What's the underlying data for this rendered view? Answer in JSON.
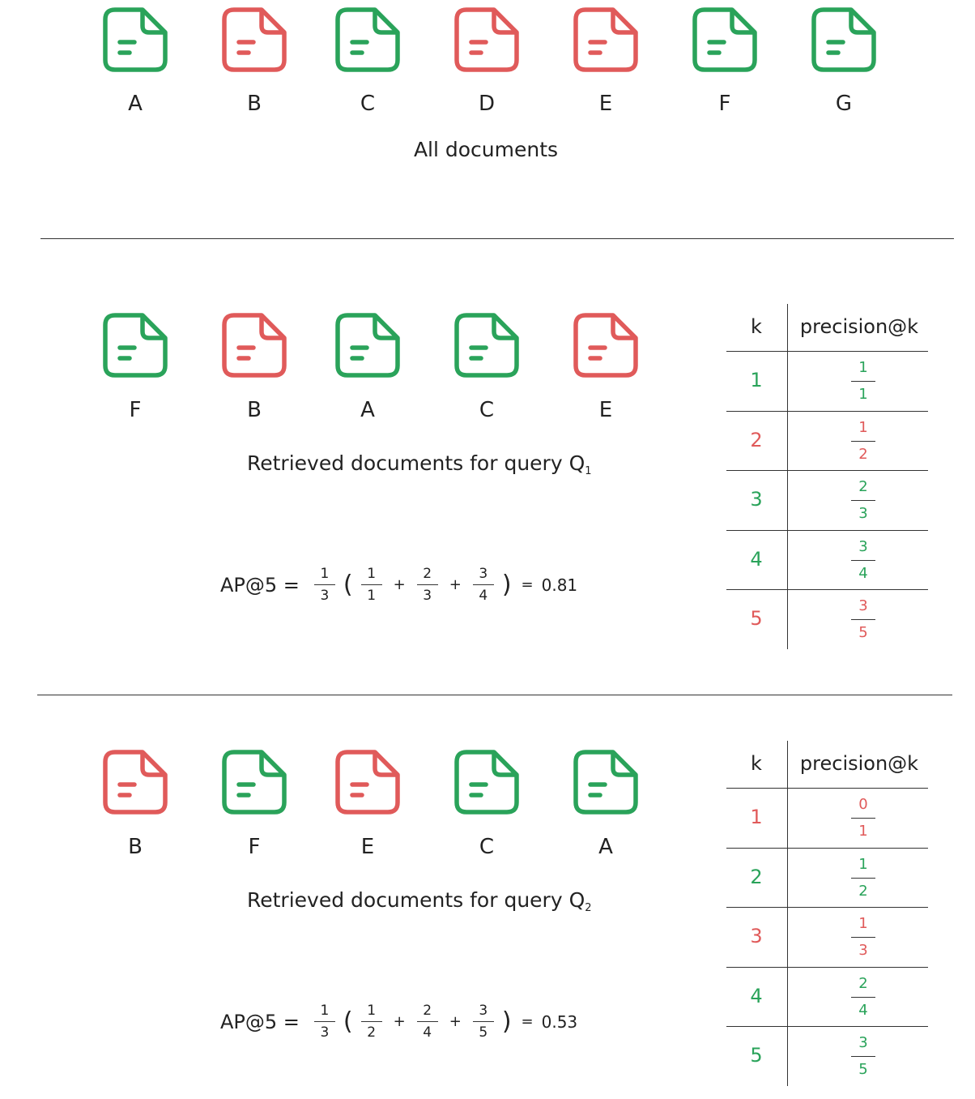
{
  "colors": {
    "relevant": "#2aa35a",
    "irrelevant": "#e05a5a"
  },
  "all_documents": {
    "caption": "All documents",
    "docs": [
      {
        "letter": "A",
        "relevant": true
      },
      {
        "letter": "B",
        "relevant": false
      },
      {
        "letter": "C",
        "relevant": true
      },
      {
        "letter": "D",
        "relevant": false
      },
      {
        "letter": "E",
        "relevant": false
      },
      {
        "letter": "F",
        "relevant": true
      },
      {
        "letter": "G",
        "relevant": true
      }
    ]
  },
  "queries": [
    {
      "caption": "Retrieved documents for query Q",
      "subscript": "1",
      "docs": [
        {
          "letter": "F",
          "relevant": true
        },
        {
          "letter": "B",
          "relevant": false
        },
        {
          "letter": "A",
          "relevant": true
        },
        {
          "letter": "C",
          "relevant": true
        },
        {
          "letter": "E",
          "relevant": false
        }
      ],
      "ap": {
        "label": "AP@5 =",
        "outer": {
          "num": "1",
          "den": "3"
        },
        "terms": [
          {
            "num": "1",
            "den": "1"
          },
          {
            "num": "2",
            "den": "3"
          },
          {
            "num": "3",
            "den": "4"
          }
        ],
        "result": "0.81"
      },
      "table": {
        "header_k": "k",
        "header_p": "precision@k",
        "rows": [
          {
            "k": "1",
            "num": "1",
            "den": "1",
            "relevant": true
          },
          {
            "k": "2",
            "num": "1",
            "den": "2",
            "relevant": false
          },
          {
            "k": "3",
            "num": "2",
            "den": "3",
            "relevant": true
          },
          {
            "k": "4",
            "num": "3",
            "den": "4",
            "relevant": true
          },
          {
            "k": "5",
            "num": "3",
            "den": "5",
            "relevant": false
          }
        ]
      }
    },
    {
      "caption": "Retrieved documents for query Q",
      "subscript": "2",
      "docs": [
        {
          "letter": "B",
          "relevant": false
        },
        {
          "letter": "F",
          "relevant": true
        },
        {
          "letter": "E",
          "relevant": false
        },
        {
          "letter": "C",
          "relevant": true
        },
        {
          "letter": "A",
          "relevant": true
        }
      ],
      "ap": {
        "label": "AP@5 =",
        "outer": {
          "num": "1",
          "den": "3"
        },
        "terms": [
          {
            "num": "1",
            "den": "2"
          },
          {
            "num": "2",
            "den": "4"
          },
          {
            "num": "3",
            "den": "5"
          }
        ],
        "result": "0.53"
      },
      "table": {
        "header_k": "k",
        "header_p": "precision@k",
        "rows": [
          {
            "k": "1",
            "num": "0",
            "den": "1",
            "relevant": false
          },
          {
            "k": "2",
            "num": "1",
            "den": "2",
            "relevant": true
          },
          {
            "k": "3",
            "num": "1",
            "den": "3",
            "relevant": false
          },
          {
            "k": "4",
            "num": "2",
            "den": "4",
            "relevant": true
          },
          {
            "k": "5",
            "num": "3",
            "den": "5",
            "relevant": true
          }
        ]
      }
    }
  ]
}
